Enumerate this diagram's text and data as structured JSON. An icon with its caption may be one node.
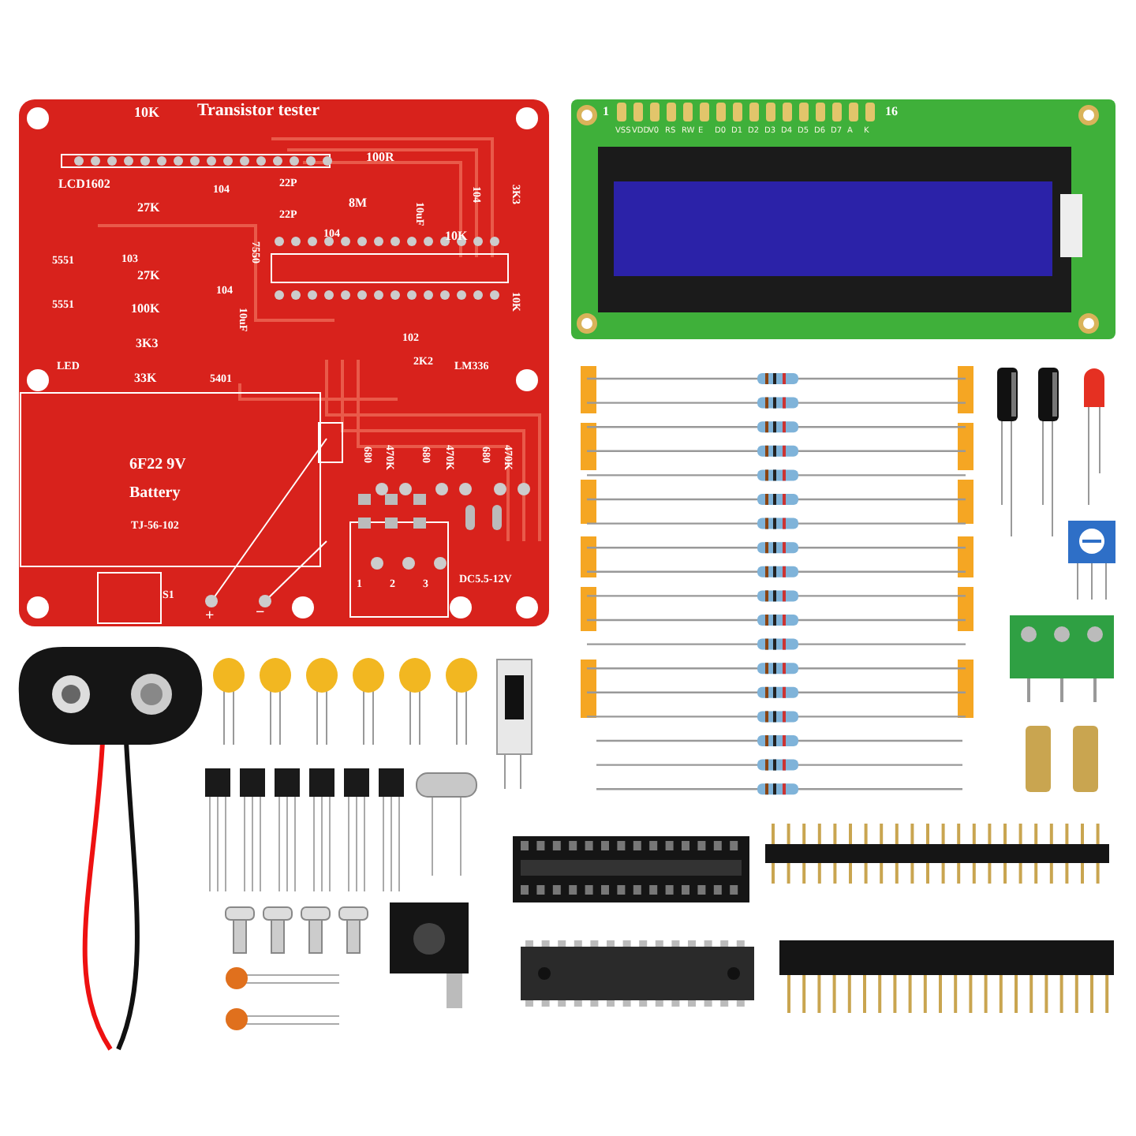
{
  "diagram": {
    "labels": [
      "10K",
      "Transistor tester",
      "100R",
      "LCD1602",
      "104",
      "22P",
      "8M",
      "10uF",
      "104",
      "27K",
      "22P",
      "104",
      "10K",
      "3K3",
      "5551",
      "103",
      "27K",
      "7550",
      "5551",
      "104",
      "100K",
      "10uF",
      "10K",
      "LED",
      "3K3",
      "102",
      "2K2",
      "LM336",
      "33K",
      "5401",
      "6F22 9V",
      "Battery",
      "TJ-56-102",
      "680",
      "470K",
      "680",
      "470K",
      "680",
      "470K",
      "S1",
      "+",
      "−",
      "1",
      "2",
      "3",
      "DC5.5-12V",
      "1",
      "VSS",
      "VDD",
      "V0",
      "RS",
      "RW",
      "E",
      "D0",
      "D1",
      "D2",
      "D3",
      "D4",
      "D5",
      "D6",
      "D7",
      "A",
      "K",
      "16"
    ]
  }
}
